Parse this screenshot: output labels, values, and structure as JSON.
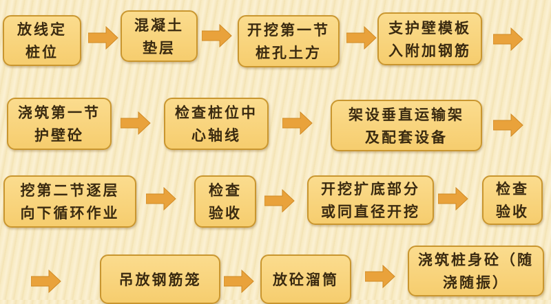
{
  "steps": [
    "放线定\n桩位",
    "混凝土\n垫层",
    "开挖第一节\n桩孔土方",
    "支护壁模板\n入附加钢筋",
    "浇筑第一节\n护壁砼",
    "检查桩位中\n心轴线",
    "架设垂直运输架\n及配套设备",
    "挖第二节逐层\n向下循环作业",
    "检查\n验收",
    "开挖扩底部分\n或同直径开挖",
    "检查\n验收",
    "吊放钢筋笼",
    "放砼溜筒",
    "浇筑桩身砼（随\n浇随振）"
  ],
  "colors": {
    "box_fill": "#f8d57a",
    "box_border": "#c9962f",
    "arrow": "#e9a23b"
  }
}
